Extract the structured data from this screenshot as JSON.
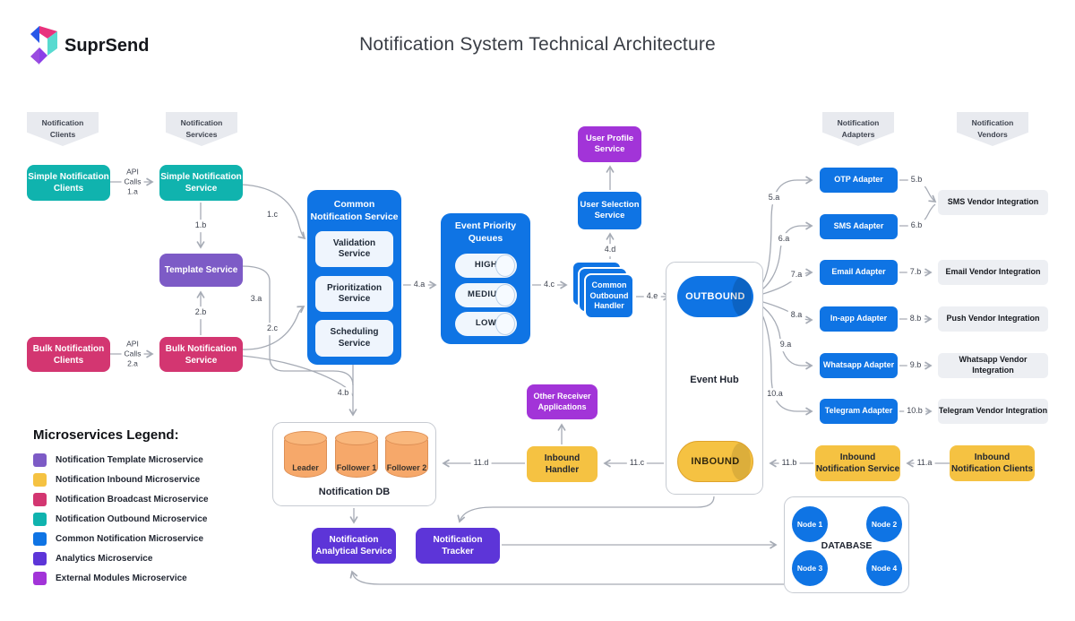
{
  "header": {
    "brand": "SuprSend",
    "title": "Notification System Technical Architecture"
  },
  "banners": {
    "clients": "Notification\nClients",
    "services": "Notification\nServices",
    "adapters": "Notification\nAdapters",
    "vendors": "Notification\nVendors"
  },
  "nodes": {
    "simple_clients": "Simple Notification\nClients",
    "simple_service": "Simple Notification\nService",
    "template_service": "Template Service",
    "bulk_clients": "Bulk Notification\nClients",
    "bulk_service": "Bulk Notification\nService",
    "common_notification_title": "Common\nNotification Service",
    "validation": "Validation\nService",
    "prioritization": "Prioritization\nService",
    "scheduling": "Scheduling\nService",
    "event_priority_title": "Event Priority\nQueues",
    "queue_high": "HIGH",
    "queue_medium": "MEDIUM",
    "queue_low": "LOW",
    "user_profile": "User Profile\nService",
    "user_selection": "User Selection\nService",
    "outbound_handler": "Common\nOutbound\nHandler",
    "event_hub": "Event Hub",
    "outbound": "OUTBOUND",
    "inbound": "INBOUND",
    "other_receiver": "Other Receiver\nApplications",
    "inbound_handler": "Inbound\nHandler",
    "inbound_service": "Inbound\nNotification Service",
    "inbound_clients": "Inbound\nNotification Clients",
    "notification_db": "Notification DB",
    "db_leader": "Leader",
    "db_follower1": "Follower 1",
    "db_follower2": "Follower 2",
    "analytical": "Notification\nAnalytical Service",
    "tracker": "Notification\nTracker",
    "database": "DATABASE",
    "node1": "Node 1",
    "node2": "Node 2",
    "node3": "Node 3",
    "node4": "Node 4"
  },
  "adapters": [
    "OTP Adapter",
    "SMS Adapter",
    "Email Adapter",
    "In-app Adapter",
    "Whatsapp Adapter",
    "Telegram Adapter"
  ],
  "vendors": [
    "SMS Vendor Integration",
    "Email Vendor Integration",
    "Push Vendor Integration",
    "Whatsapp Vendor Integration",
    "Telegram Vendor Integration"
  ],
  "edge_labels": {
    "api1": "API\nCalls\n1.a",
    "api2": "API\nCalls\n2.a",
    "l1b": "1.b",
    "l1c": "1.c",
    "l2b": "2.b",
    "l2c": "2.c",
    "l3a": "3.a",
    "l4a": "4.a",
    "l4b": "4.b",
    "l4c": "4.c",
    "l4d": "4.d",
    "l4e": "4.e",
    "l5a": "5.a",
    "l5b": "5.b",
    "l6a": "6.a",
    "l6b": "6.b",
    "l7a": "7.a",
    "l7b": "7.b",
    "l8a": "8.a",
    "l8b": "8.b",
    "l9a": "9.a",
    "l9b": "9.b",
    "l10a": "10.a",
    "l10b": "10.b",
    "l11a": "11.a",
    "l11b": "11.b",
    "l11c": "11.c",
    "l11d": "11.d"
  },
  "legend": {
    "title": "Microservices Legend:",
    "items": [
      {
        "color": "#7d5bc6",
        "label": "Notification Template Microservice"
      },
      {
        "color": "#f5c242",
        "label": "Notification Inbound Microservice"
      },
      {
        "color": "#d33671",
        "label": "Notification Broadcast Microservice"
      },
      {
        "color": "#10b3ae",
        "label": "Notification Outbound Microservice"
      },
      {
        "color": "#0f74e4",
        "label": "Common Notification Microservice"
      },
      {
        "color": "#5d35d8",
        "label": "Analytics Microservice"
      },
      {
        "color": "#a234d8",
        "label": "External Modules Microservice"
      }
    ]
  },
  "colors": {
    "teal": "#10b3ae",
    "pink": "#d33671",
    "purple": "#7d5bc6",
    "blue": "#0f74e4",
    "vivid_purple": "#a234d8",
    "violet": "#5d35d8",
    "yellow": "#f5c242",
    "orange_cylinder": "#f6a86a",
    "banner_gray": "#e8eaef",
    "vendor_gray": "#edeff3",
    "line_gray": "#a6abb5"
  }
}
